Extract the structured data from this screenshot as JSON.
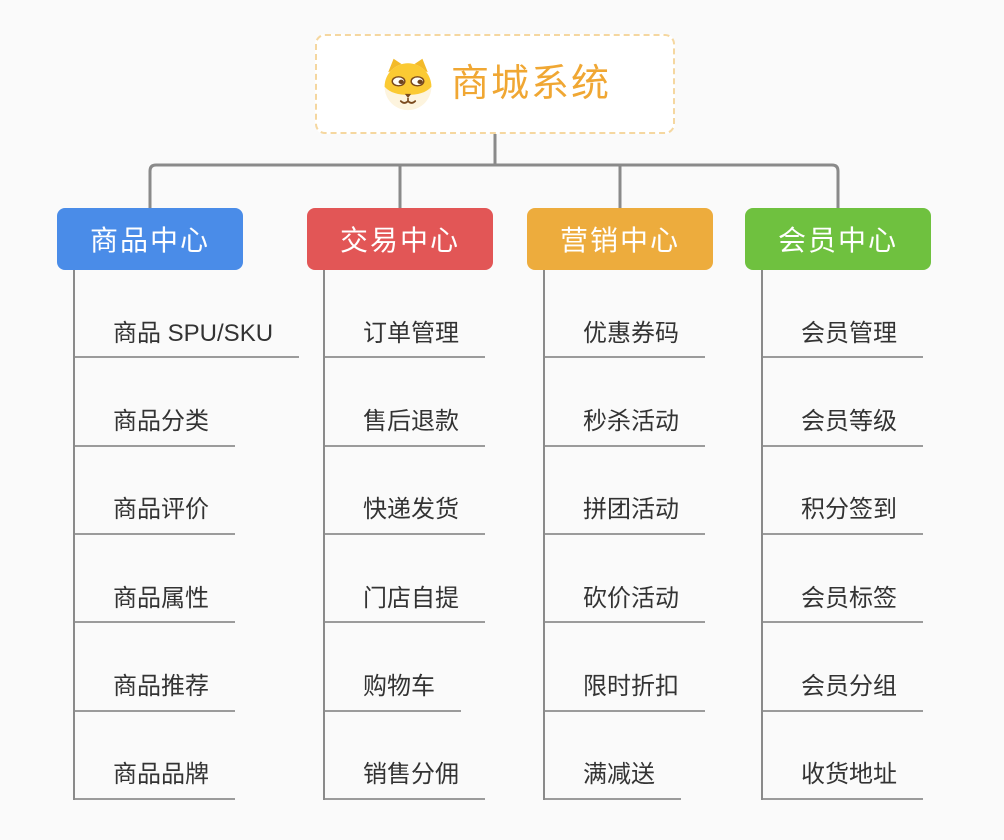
{
  "root": {
    "label": "商城系统",
    "icon": "shiba-dog-icon",
    "text_color": "#f0a733",
    "border_color": "#f5d7a0"
  },
  "branches": [
    {
      "label": "商品中心",
      "color": "#4a8ce8",
      "children": [
        "商品 SPU/SKU",
        "商品分类",
        "商品评价",
        "商品属性",
        "商品推荐",
        "商品品牌"
      ]
    },
    {
      "label": "交易中心",
      "color": "#e25656",
      "children": [
        "订单管理",
        "售后退款",
        "快递发货",
        "门店自提",
        "购物车",
        "销售分佣"
      ]
    },
    {
      "label": "营销中心",
      "color": "#edac3d",
      "children": [
        "优惠券码",
        "秒杀活动",
        "拼团活动",
        "砍价活动",
        "限时折扣",
        "满减送"
      ]
    },
    {
      "label": "会员中心",
      "color": "#6fc13f",
      "children": [
        "会员管理",
        "会员等级",
        "积分签到",
        "会员标签",
        "会员分组",
        "收货地址"
      ]
    }
  ],
  "colors": {
    "background": "#fafafa",
    "connector": "#8a8a8a",
    "underline": "#9b9b9b",
    "item_text": "#333333",
    "branch_text": "#ffffff"
  }
}
